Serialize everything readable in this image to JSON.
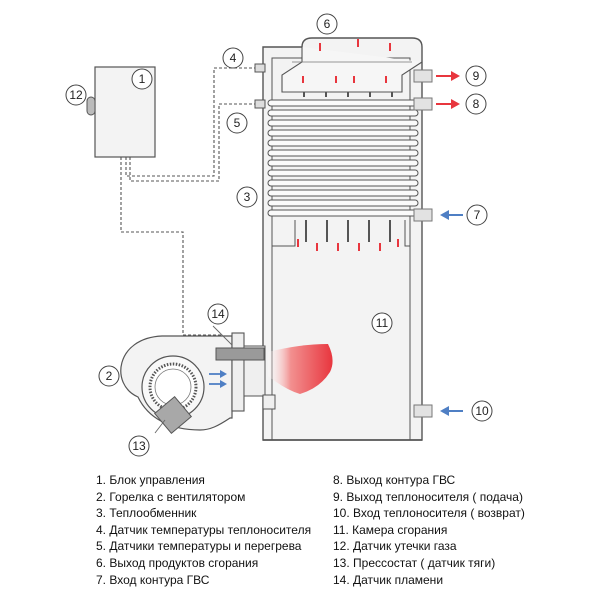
{
  "callouts": [
    {
      "num": "1"
    },
    {
      "num": "2"
    },
    {
      "num": "3"
    },
    {
      "num": "4"
    },
    {
      "num": "5"
    },
    {
      "num": "6"
    },
    {
      "num": "7"
    },
    {
      "num": "8"
    },
    {
      "num": "9"
    },
    {
      "num": "10"
    },
    {
      "num": "11"
    },
    {
      "num": "12"
    },
    {
      "num": "13"
    },
    {
      "num": "14"
    }
  ],
  "legend": {
    "left": [
      "1. Блок управления",
      "2. Горелка с вентилятором",
      "3. Теплообменник",
      "4. Датчик температуры теплоносителя",
      "5. Датчики температуры и перегрева",
      "6. Выход продуктов сгорания",
      "7. Вход контура ГВС"
    ],
    "right": [
      "8. Выход контура ГВС",
      "9. Выход теплоносителя ( подача)",
      "10. Вход теплоносителя ( возврат)",
      "11. Камера сгорания",
      "12. Датчик утечки газа",
      "13. Прессостат ( датчик тяги)",
      "14. Датчик пламени"
    ]
  },
  "colors": {
    "outline": "#555555",
    "fill_light": "#f3f3f3",
    "pipe_gray": "#c8c8c8",
    "red_arrow": "#e8363e",
    "blue_arrow": "#4f7fc4",
    "flame": "#e8363e"
  }
}
